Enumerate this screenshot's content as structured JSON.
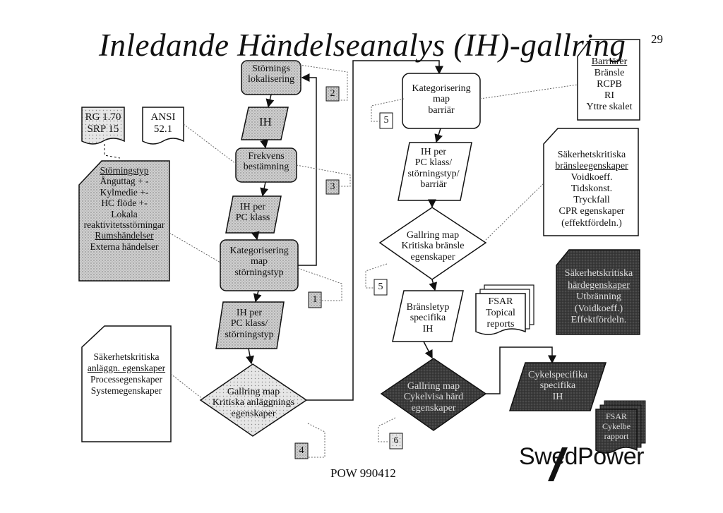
{
  "title": "Inledande Händelseanalys (IH)-gallring",
  "page_number": "29",
  "footer": "POW 990412",
  "logo_text": "SwedPower",
  "nodes": {
    "stornings_lokalisering": [
      "Störnings",
      "lokalisering"
    ],
    "ih": "IH",
    "frekvens": [
      "Frekvens",
      "bestämning"
    ],
    "ih_per_pc": [
      "IH per",
      "PC klass"
    ],
    "kat_storning": [
      "Kategorisering",
      "map",
      "störningstyp"
    ],
    "ih_pc_storning": [
      "IH per",
      "PC klass/",
      "störningstyp"
    ],
    "gallring_anl": [
      "Gallring map",
      "Kritiska anläggnings",
      "egenskaper"
    ],
    "kat_barriar": [
      "Kategorisering",
      "map",
      "barriär"
    ],
    "ih_pc_barriar": [
      "IH per",
      "PC klass/",
      "störningstyp/",
      "barriär"
    ],
    "gallring_bransle": [
      "Gallring map",
      "Kritiska bränsle",
      "egenskaper"
    ],
    "bransletyp": [
      "Bränsletyp",
      "specifika",
      "IH"
    ],
    "gallring_cykel": [
      "Gallring map",
      "Cykelvisa härd",
      "egenskaper"
    ],
    "cykel_specifika": [
      "Cykelspecifika",
      "specifika",
      "IH"
    ]
  },
  "documents": {
    "rg": [
      "RG 1.70",
      "SRP 15"
    ],
    "ansi": [
      "ANSI",
      "52.1"
    ],
    "barriarer": {
      "header": "Barriärer",
      "items": [
        "Bränsle",
        "RCPB",
        "RI",
        "Yttre skalet"
      ]
    },
    "fsar": [
      "FSAR",
      "Topical",
      "reports"
    ],
    "fsar2": [
      "FSAR",
      "Cykelbe",
      "rapport"
    ]
  },
  "info_boxes": {
    "storningstyp": {
      "header": "Störningstyp",
      "items": [
        "Ånguttag + -",
        "Kylmedie +-",
        "HC flöde +-",
        "Lokala",
        "reaktivitetsstörningar",
        "Rumshändelser",
        "Externa händelser"
      ]
    },
    "anlaggn": {
      "header": [
        "Säkerhetskritiska",
        "anläggn. egenskaper"
      ],
      "items": [
        "Processegenskaper",
        "Systemegenskaper"
      ]
    },
    "bransleeg": {
      "header": [
        "Säkerhetskritiska",
        "bränsleegenskaper"
      ],
      "items": [
        "Voidkoeff.",
        "Tidskonst.",
        "Tryckfall",
        "CPR egenskaper",
        "(effektfördeln.)"
      ]
    },
    "hardeg": {
      "header": [
        "Säkerhetskritiska",
        "härdegenskaper"
      ],
      "items": [
        "Utbränning",
        "(Voidkoeff.)",
        "Effektfördeln."
      ]
    }
  },
  "step_numbers": [
    "2",
    "3",
    "1",
    "4",
    "5",
    "5",
    "6"
  ]
}
